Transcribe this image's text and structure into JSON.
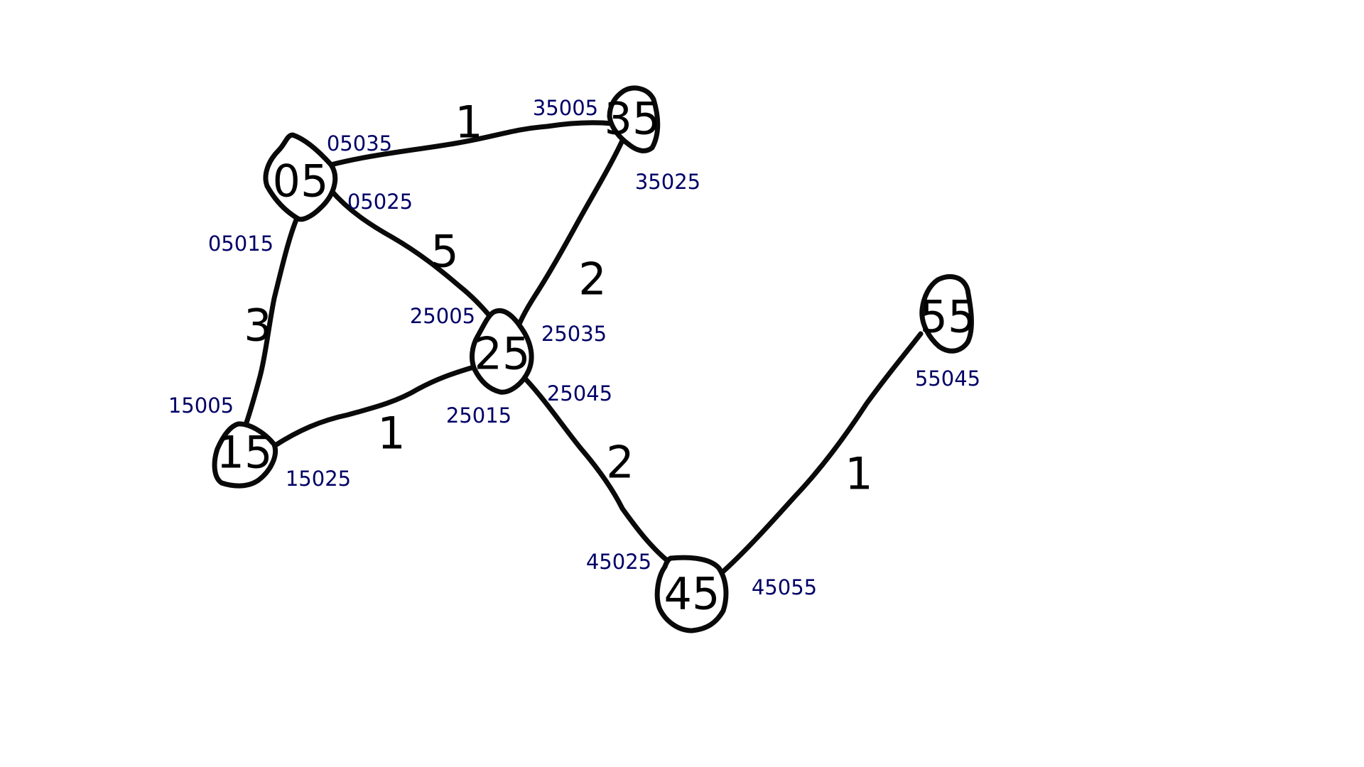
{
  "nodes": [
    {
      "id": "05",
      "label": "05"
    },
    {
      "id": "15",
      "label": "15"
    },
    {
      "id": "25",
      "label": "25"
    },
    {
      "id": "35",
      "label": "35"
    },
    {
      "id": "45",
      "label": "45"
    },
    {
      "id": "55",
      "label": "55"
    }
  ],
  "edges": [
    {
      "from": "05",
      "to": "35",
      "weight": "1",
      "from_port": "05035",
      "to_port": "35005"
    },
    {
      "from": "05",
      "to": "25",
      "weight": "5",
      "from_port": "05025",
      "to_port": "25005"
    },
    {
      "from": "05",
      "to": "15",
      "weight": "3",
      "from_port": "05015",
      "to_port": "15005"
    },
    {
      "from": "35",
      "to": "25",
      "weight": "2",
      "from_port": "35025",
      "to_port": "25035"
    },
    {
      "from": "15",
      "to": "25",
      "weight": "1",
      "from_port": "15025",
      "to_port": "25015"
    },
    {
      "from": "25",
      "to": "45",
      "weight": "2",
      "from_port": "25045",
      "to_port": "45025"
    },
    {
      "from": "45",
      "to": "55",
      "weight": "1",
      "from_port": "45055",
      "to_port": "55045"
    }
  ],
  "colors": {
    "stroke": "#0a0a0a",
    "port_text": "#000066",
    "text": "#000000",
    "background": "#ffffff"
  }
}
